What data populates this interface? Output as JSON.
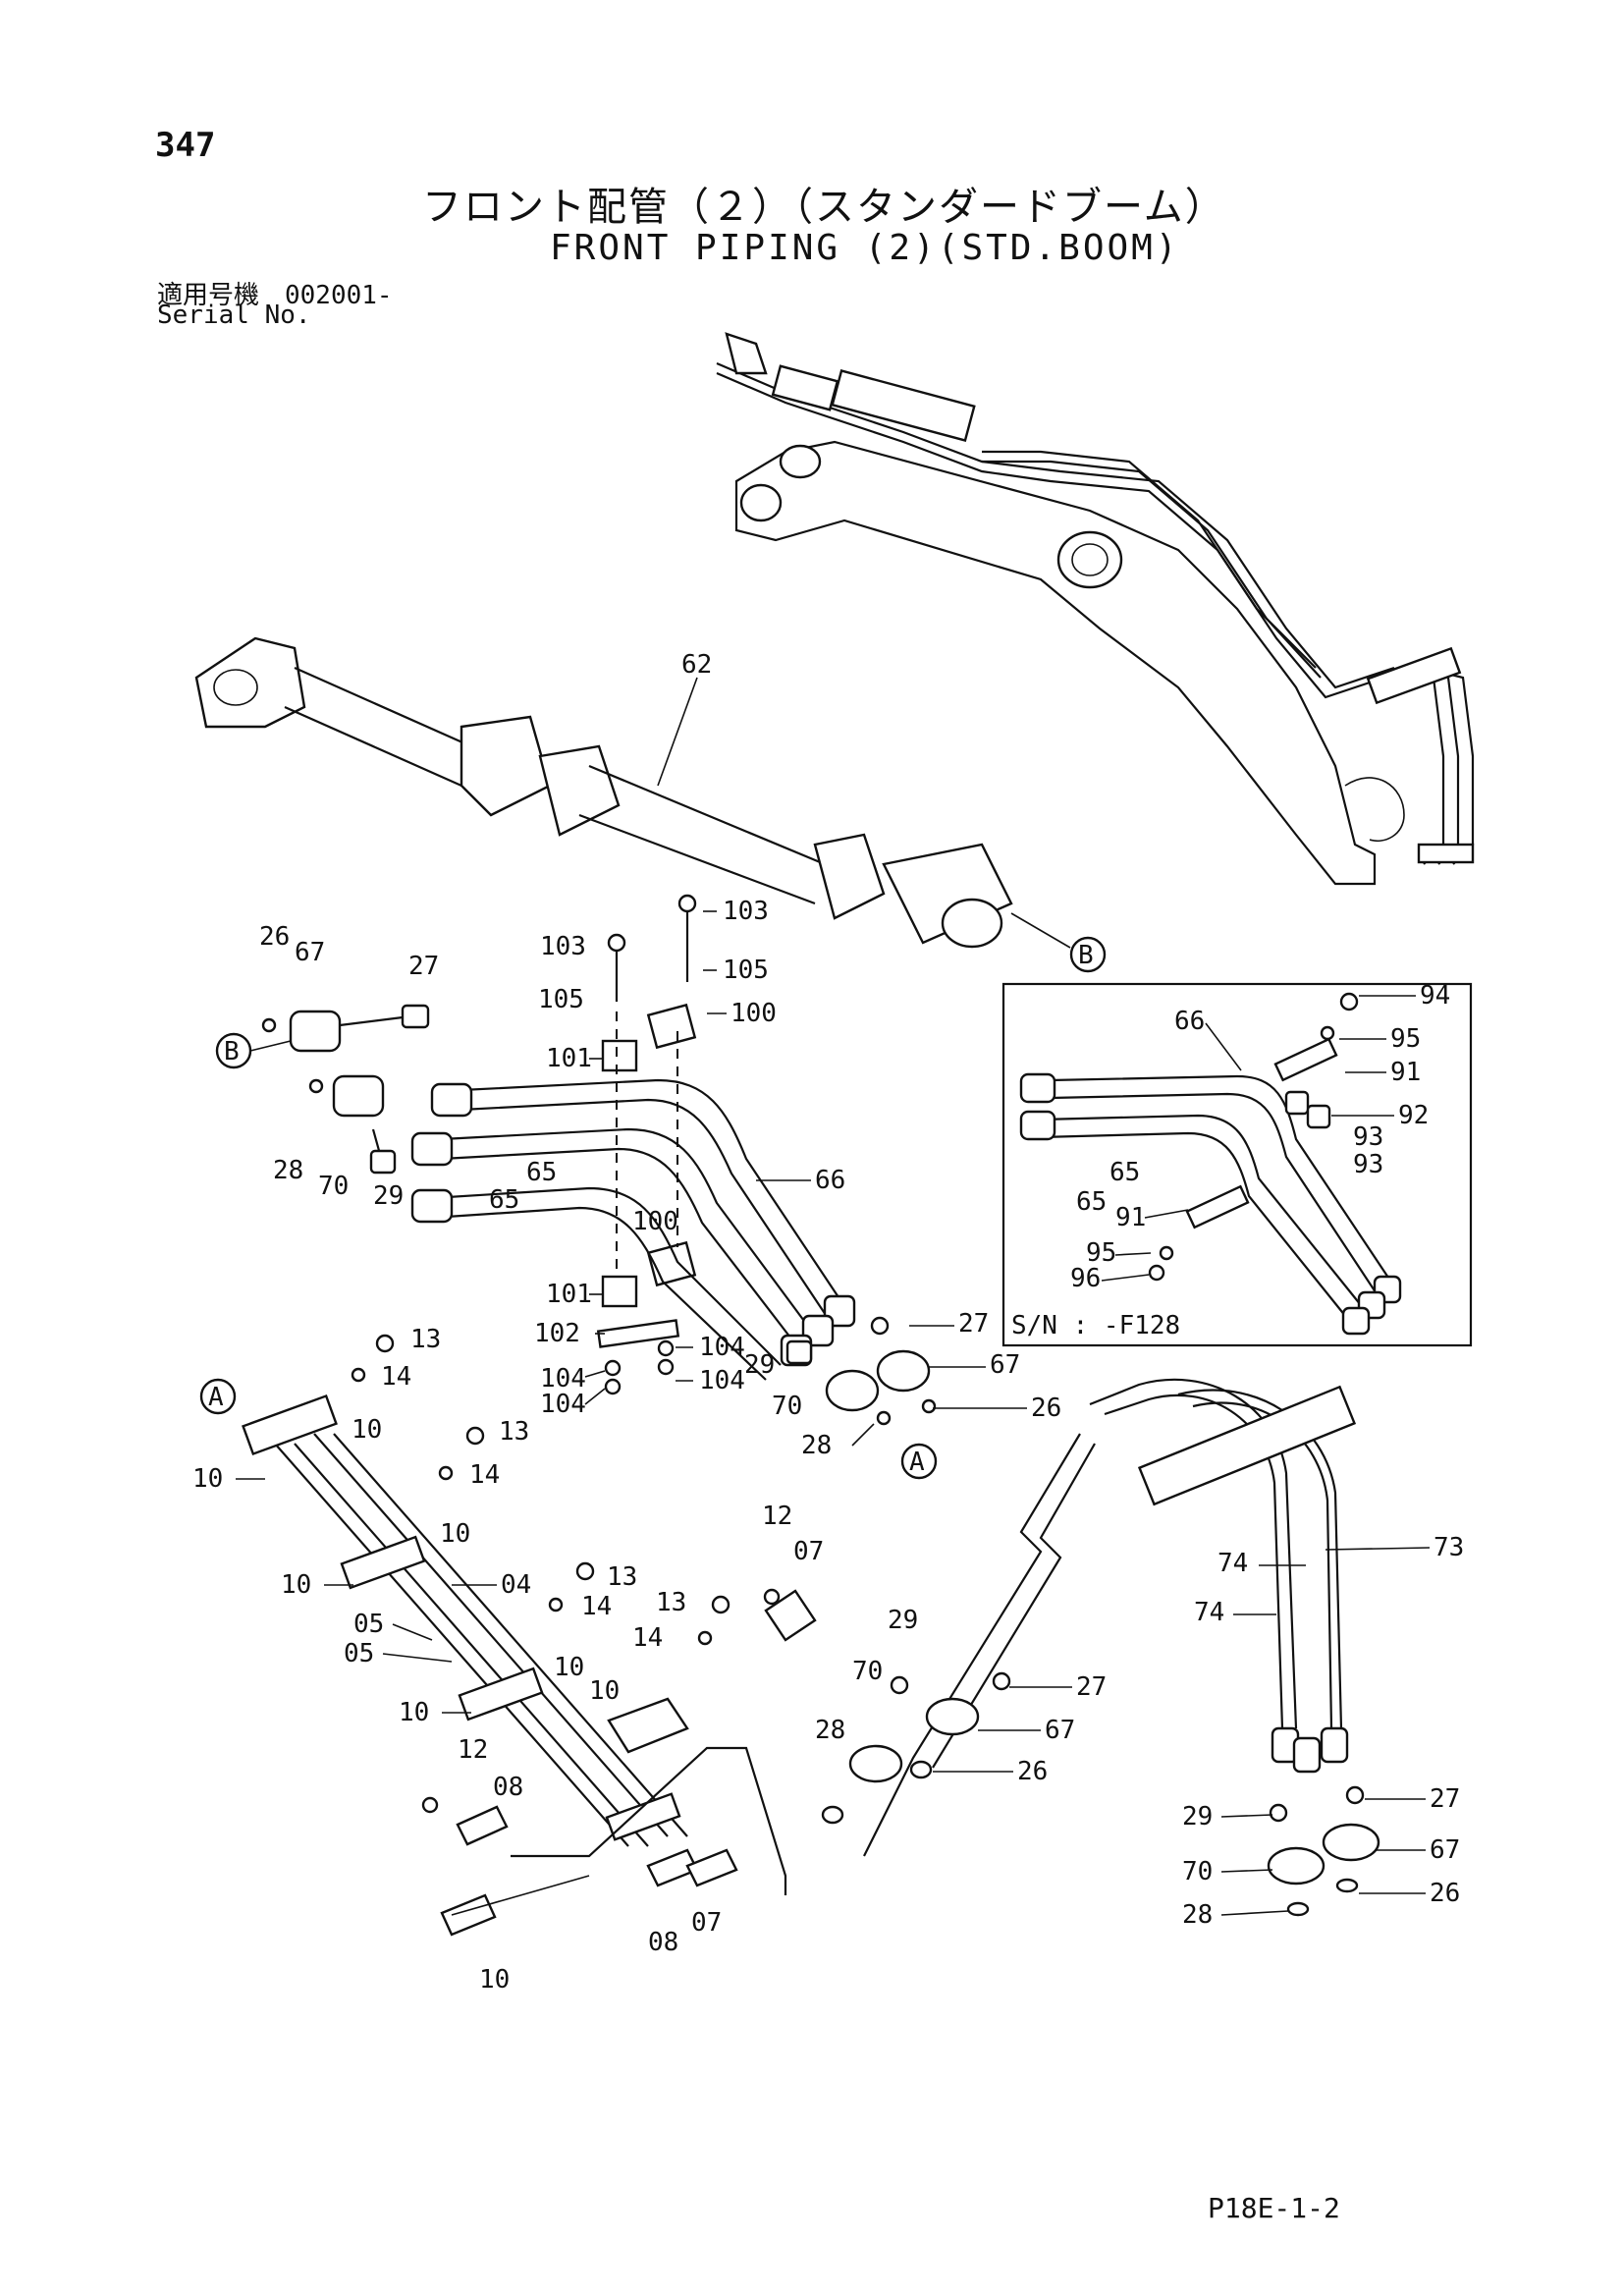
{
  "header": {
    "page_number": "347",
    "title_jp": "フロント配管（２）（スタンダードブーム）",
    "title_en": "FRONT PIPING (2)(STD.BOOM)",
    "serial_jp": "適用号機　002001-",
    "serial_en": "Serial No."
  },
  "inset": {
    "serial_label": "S/N : -F128"
  },
  "callouts": {
    "A": "A",
    "B": "B"
  },
  "labels": {
    "p62": "62",
    "p103a": "103",
    "p103b": "103",
    "p105a": "105",
    "p105b": "105",
    "p100a": "100",
    "p100b": "100",
    "p101a": "101",
    "p101b": "101",
    "p102": "102",
    "p104a": "104",
    "p104b": "104",
    "p104c": "104",
    "p104d": "104",
    "p26a": "26",
    "p67a": "67",
    "p27a": "27",
    "p28a": "28",
    "p70a": "70",
    "p29a": "29",
    "p65a": "65",
    "p65b": "65",
    "p66a": "66",
    "p27b": "27",
    "p67b": "67",
    "p29b": "29",
    "p70b": "70",
    "p26b": "26",
    "p28b": "28",
    "i66": "66",
    "i94": "94",
    "i95a": "95",
    "i91a": "91",
    "i92": "92",
    "i93a": "93",
    "i93b": "93",
    "i65a": "65",
    "i65b": "65",
    "i91b": "91",
    "i95b": "95",
    "i96": "96",
    "p13a": "13",
    "p14a": "14",
    "p10a": "10",
    "p10b": "10",
    "p13b": "13",
    "p14b": "14",
    "p10c": "10",
    "p10d": "10",
    "p04": "04",
    "p13c": "13",
    "p14c": "14",
    "p05a": "05",
    "p05b": "05",
    "p10e": "10",
    "p10f": "10",
    "p12a": "12",
    "p07a": "07",
    "p13d": "13",
    "p14d": "14",
    "p10g": "10",
    "p12b": "12",
    "p08a": "08",
    "p08b": "08",
    "p07b": "07",
    "p10h": "10",
    "p29c": "29",
    "p70c": "70",
    "p27c": "27",
    "p67c": "67",
    "p28c": "28",
    "p26c": "26",
    "p73": "73",
    "p74a": "74",
    "p74b": "74",
    "p29d": "29",
    "p27d": "27",
    "p67d": "67",
    "p70d": "70",
    "p26d": "26",
    "p28d": "28"
  },
  "footer": {
    "page_code": "P18E-1-2"
  }
}
